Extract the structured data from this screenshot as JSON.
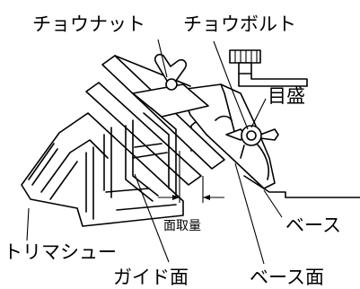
{
  "labels": {
    "wing_nut": "チョウナット",
    "wing_bolt": "チョウボルト",
    "scale": "目盛",
    "chamfer_amount": "面取量",
    "base": "ベース",
    "trim_shoe": "トリマシュー",
    "guide_face": "ガイド面",
    "base_face": "ベース面"
  }
}
